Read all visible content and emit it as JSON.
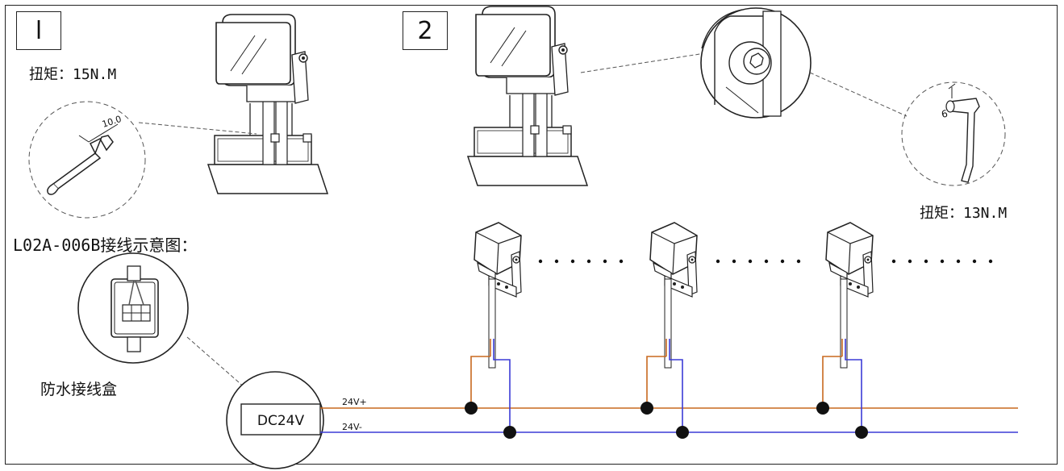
{
  "step1": {
    "number": "l",
    "torque_label": "扭矩：15N.M",
    "wrench_size": "10.0"
  },
  "step2": {
    "number": "2",
    "torque_label": "扭矩：13N.M",
    "key_size": "6"
  },
  "wiring": {
    "title": "L02A-006B接线示意图：",
    "junction_box_label": "防水接线盒",
    "power_supply_label": "DC24V",
    "positive_label": "24V+",
    "negative_label": "24V-",
    "colors": {
      "positive": "#c8691f",
      "negative": "#3b3bd6"
    }
  }
}
